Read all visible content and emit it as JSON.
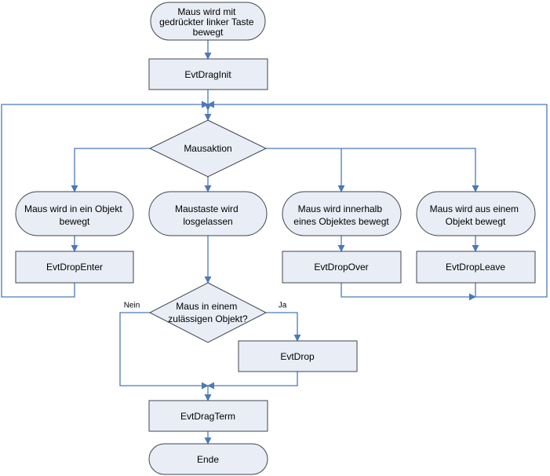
{
  "colors": {
    "fill": "#e9edf6",
    "border": "#41454c",
    "connector": "#4a7ab8"
  },
  "nodes": {
    "start": [
      "Maus wird mit",
      "gedrückter linker Taste",
      "bewegt"
    ],
    "drag_init": "EvtDragInit",
    "mausaktion": "Mausaktion",
    "enter_event": [
      "Maus wird in ein Objekt",
      "bewegt"
    ],
    "release_event": [
      "Maustaste wird",
      "losgelassen"
    ],
    "over_event": [
      "Maus wird innerhalb",
      "eines Objektes bewegt"
    ],
    "leave_event": [
      "Maus wird aus einem",
      "Objekt bewegt"
    ],
    "drop_enter": "EvtDropEnter",
    "drop_over": "EvtDropOver",
    "drop_leave": "EvtDropLeave",
    "valid_object": [
      "Maus in einem",
      "zulässigen Objekt?"
    ],
    "drop": "EvtDrop",
    "drag_term": "EvtDragTerm",
    "end": "Ende"
  },
  "edge_labels": {
    "no": "Nein",
    "yes": "Ja"
  }
}
